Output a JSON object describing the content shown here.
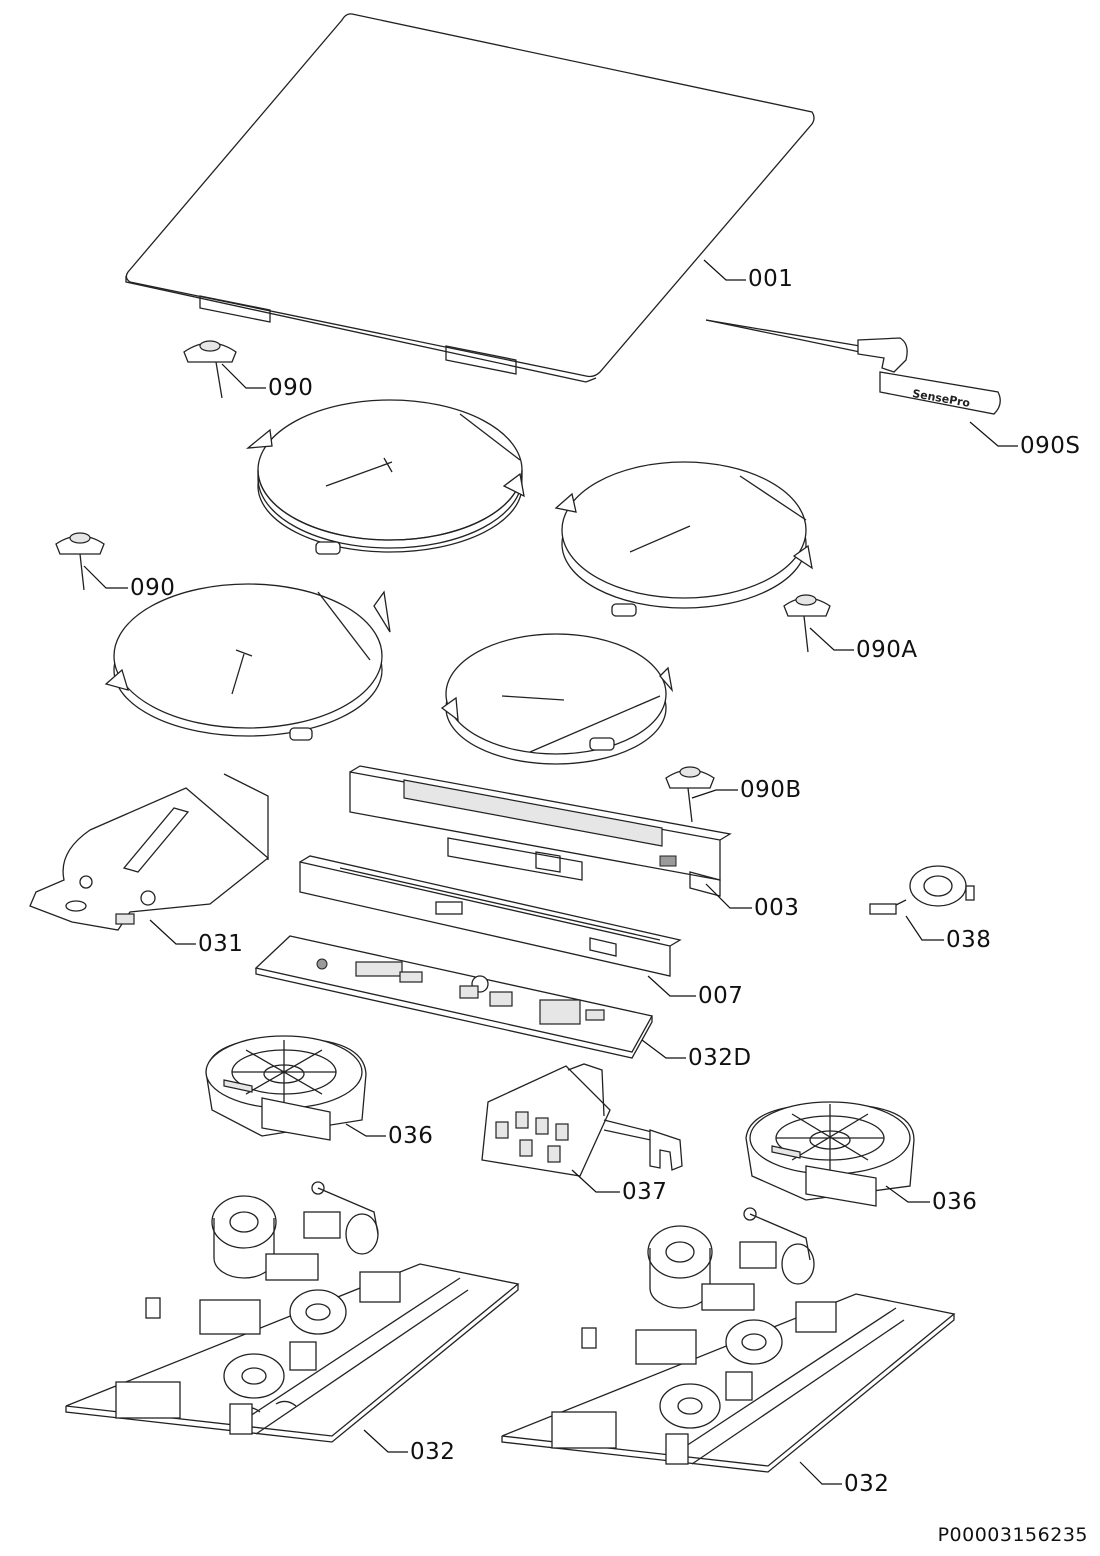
{
  "diagram": {
    "document_id": "P00003156235",
    "brand_text": "SensePro",
    "callouts": [
      {
        "id": "001",
        "label": "001"
      },
      {
        "id": "090-top",
        "label": "090"
      },
      {
        "id": "090S",
        "label": "090S"
      },
      {
        "id": "090-left",
        "label": "090"
      },
      {
        "id": "090A",
        "label": "090A"
      },
      {
        "id": "090B",
        "label": "090B"
      },
      {
        "id": "003",
        "label": "003"
      },
      {
        "id": "038",
        "label": "038"
      },
      {
        "id": "031",
        "label": "031"
      },
      {
        "id": "007",
        "label": "007"
      },
      {
        "id": "032D",
        "label": "032D"
      },
      {
        "id": "036-left",
        "label": "036"
      },
      {
        "id": "037",
        "label": "037"
      },
      {
        "id": "036-right",
        "label": "036"
      },
      {
        "id": "032-left",
        "label": "032"
      },
      {
        "id": "032-right",
        "label": "032"
      }
    ]
  }
}
